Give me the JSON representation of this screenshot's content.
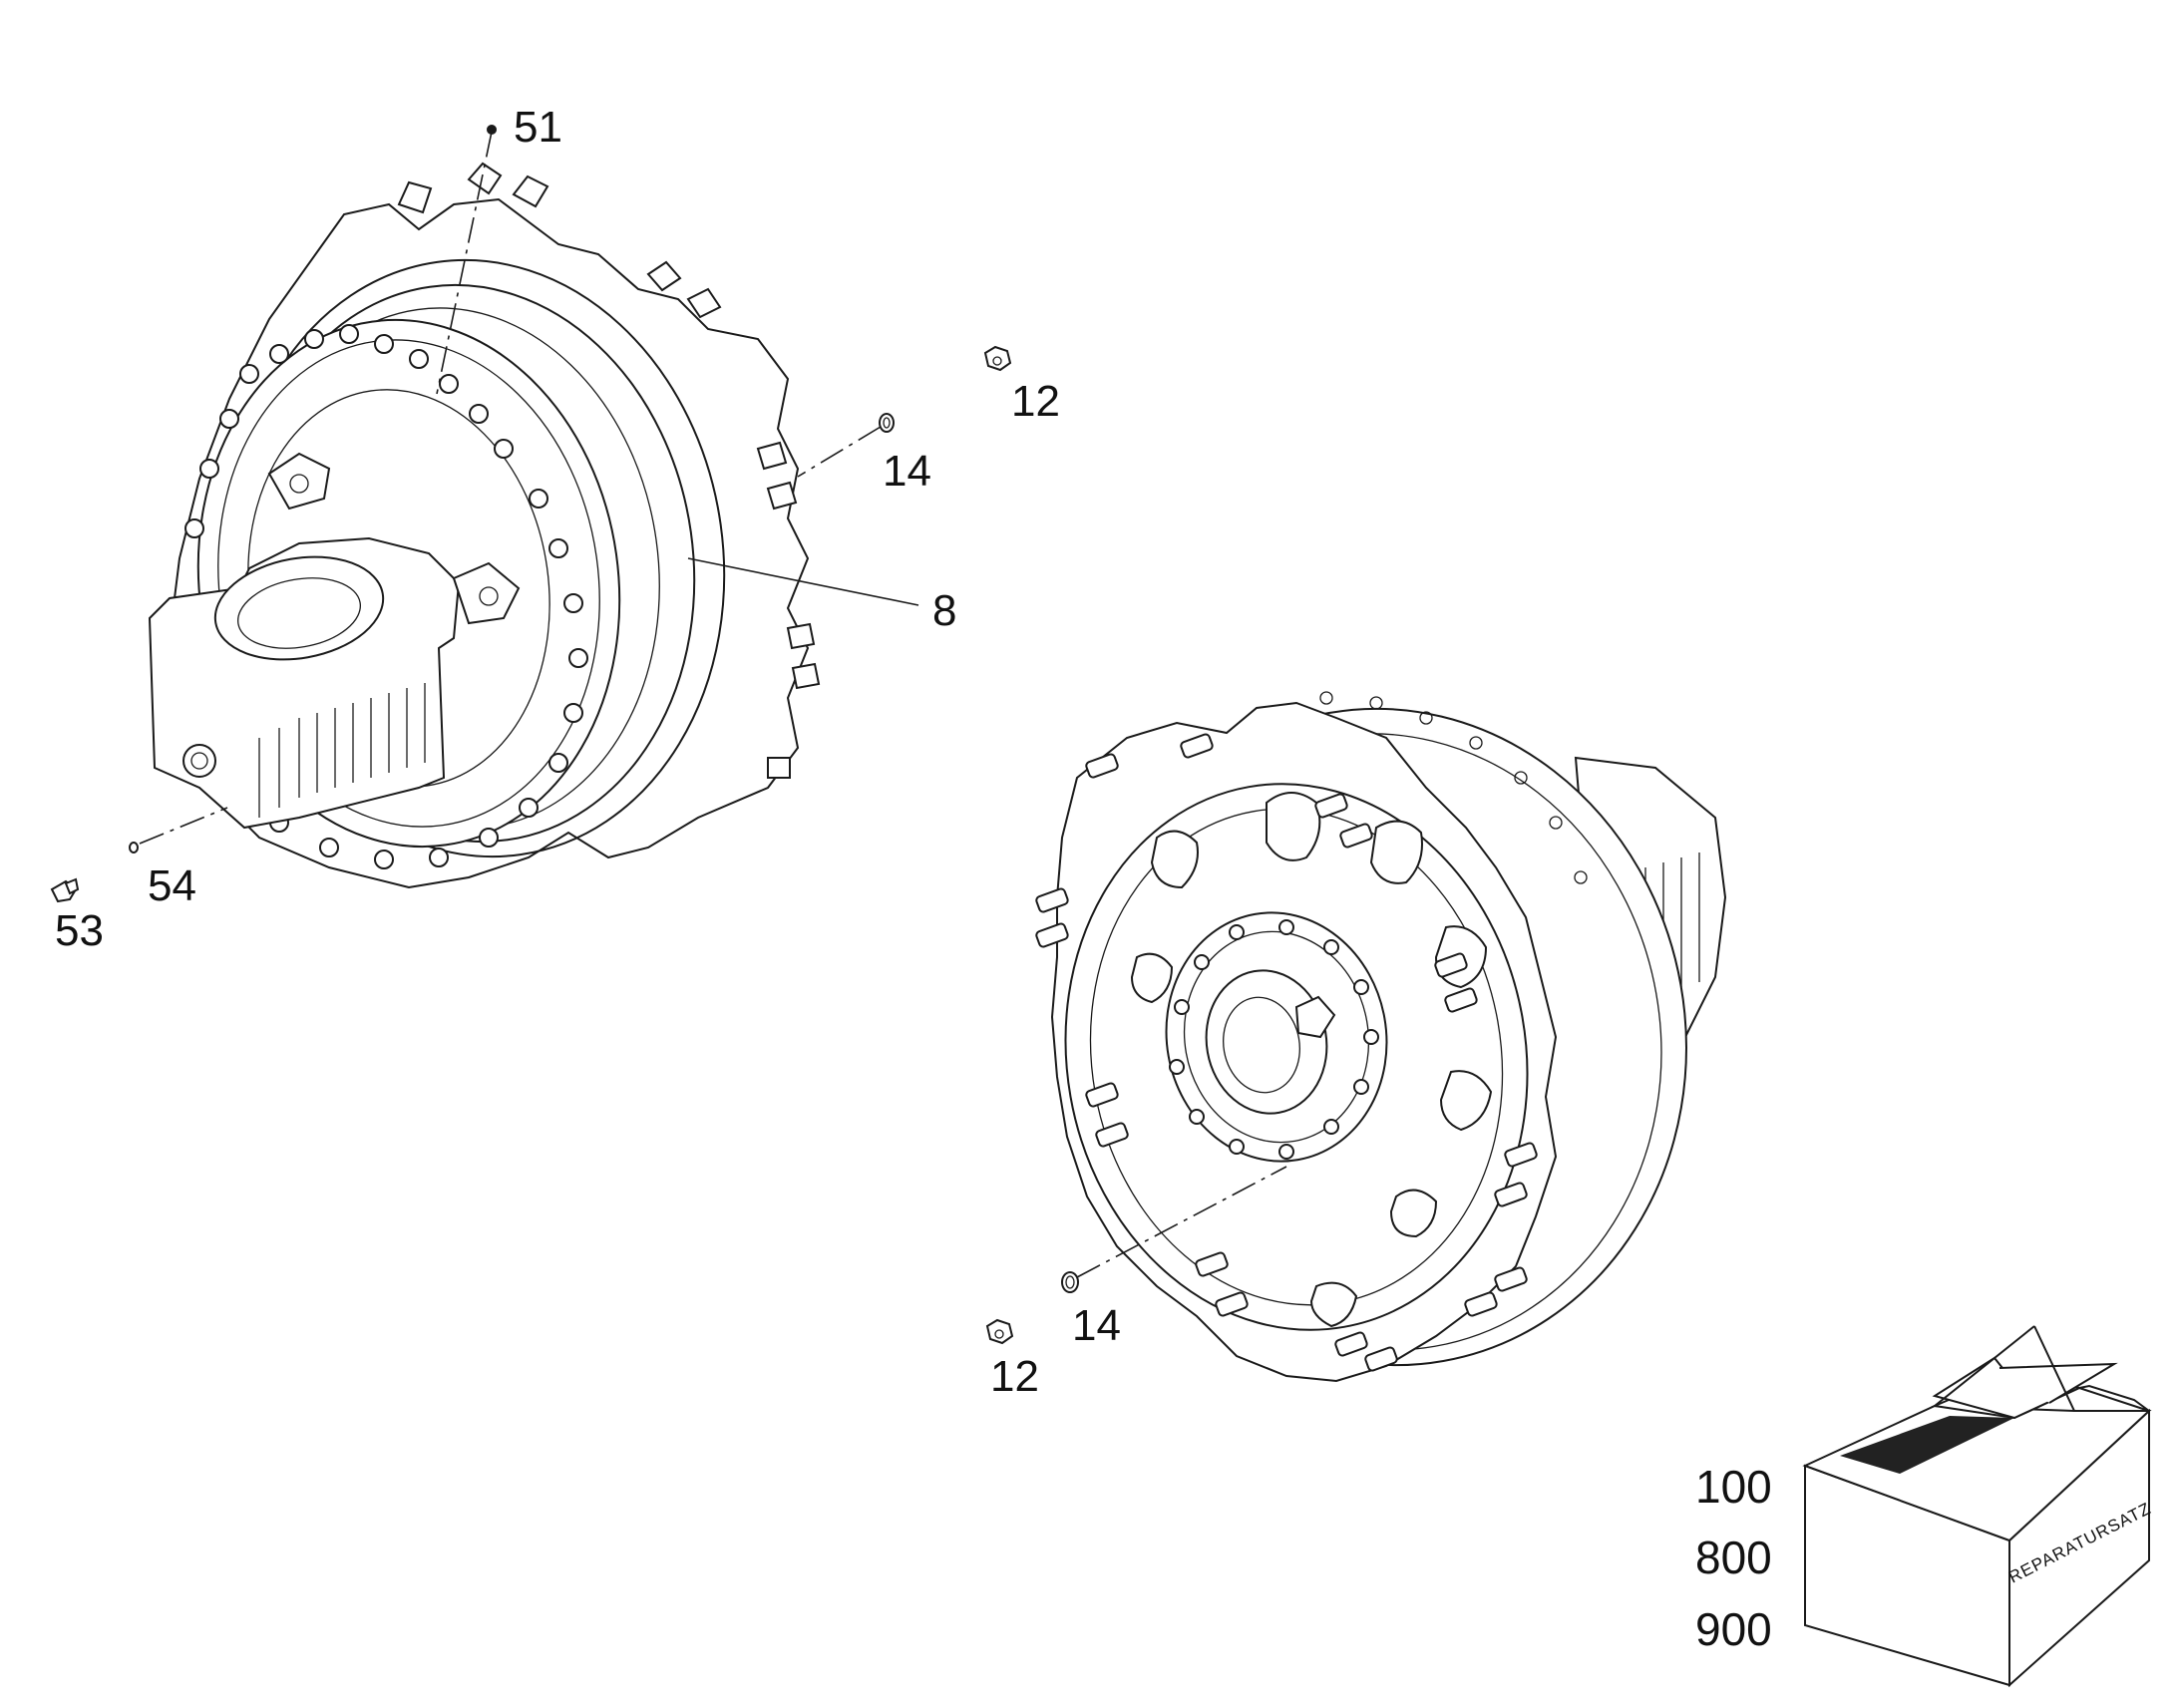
{
  "diagram": {
    "callouts": {
      "c51": "51",
      "c12a": "12",
      "c14a": "14",
      "c8": "8",
      "c54": "54",
      "c53": "53",
      "c14b": "14",
      "c12b": "12"
    },
    "repair_kit": {
      "label": "REPARATURSATZ",
      "numbers": [
        "100",
        "800",
        "900"
      ]
    },
    "colors": {
      "line": "#1a1a1a",
      "background": "#ffffff",
      "kit_band": "#222222"
    }
  }
}
